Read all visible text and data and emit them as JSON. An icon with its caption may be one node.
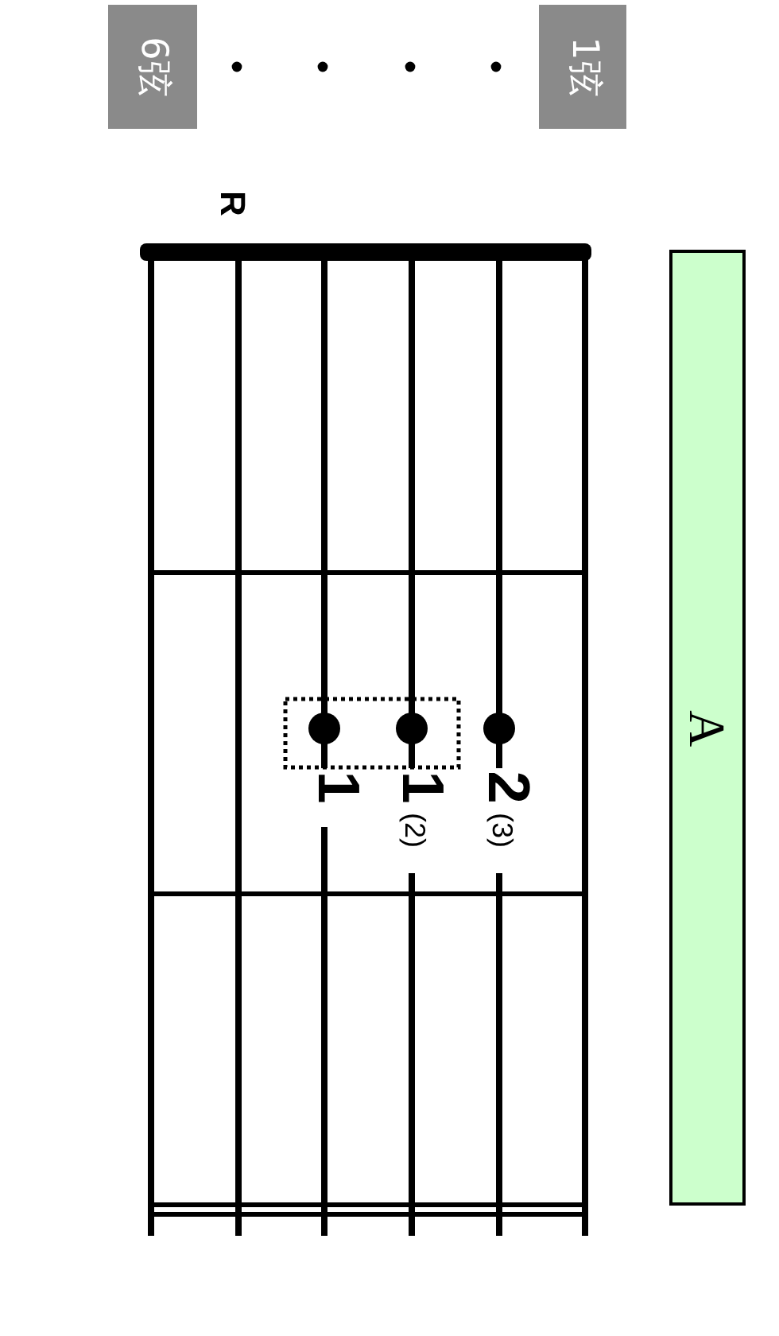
{
  "diagram": {
    "nodes": [
      {
        "text": [
          "A"
        ]
      },
      {
        "text": [
          "1弦"
        ]
      },
      {
        "text": [
          "6弦"
        ]
      }
    ],
    "labels": [
      "2",
      "(3)",
      "1",
      "(2)",
      "1",
      "R"
    ]
  }
}
